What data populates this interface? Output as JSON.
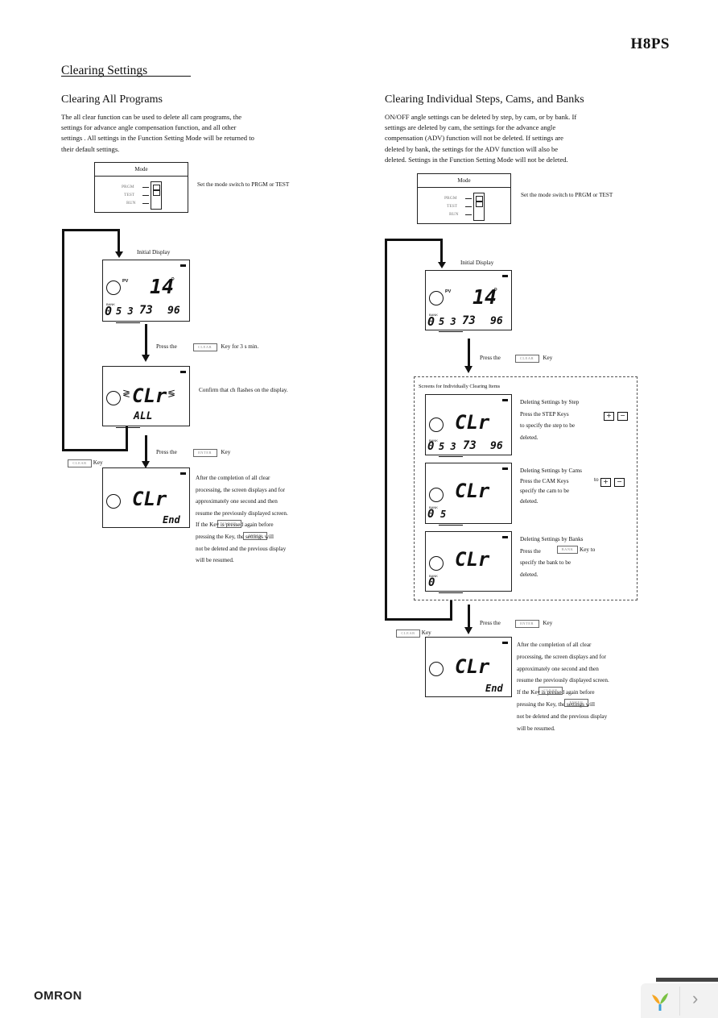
{
  "header": {
    "product_code": "H8PS"
  },
  "section": {
    "title": "Clearing Settings"
  },
  "left": {
    "subtitle": "Clearing All Programs",
    "intro": [
      "The all clear function can be used to delete all cam programs, the",
      "settings for advance angle compensation function, and all other",
      "settings . All settings in the Function Setting Mode will be returned to",
      "their default settings."
    ],
    "mode": {
      "title": "Mode",
      "positions": [
        "PRGM",
        "TEST",
        "RUN"
      ],
      "instruction": "Set the mode switch to PRGM or TEST"
    },
    "initial_display_label": "Initial Display",
    "lcd": {
      "pv": "PV",
      "bank": "BANK",
      "main": "14",
      "deg": "°",
      "d1": "0",
      "d2": "5 3",
      "d3": "73",
      "d4": "96"
    },
    "step1": {
      "prefix": "Press the",
      "key": "CLEAR",
      "suffix": "Key for 3 s min."
    },
    "clr_lcd": {
      "text": "CLr",
      "sub": "ALL"
    },
    "confirm": "Confirm that        ch flashes on the display.",
    "step2": {
      "prefix": "Press the",
      "key": "ENTER",
      "suffix": "Key"
    },
    "loop": {
      "key": "CLEAR",
      "suffix": "Key"
    },
    "end_lcd": {
      "text": "CLr",
      "sub": "End"
    },
    "after": [
      "After the completion of all clear",
      "processing, the screen displays                  and for",
      "approximately one second and then",
      "resume the previously displayed screen.",
      "If the            Key is pressed again before",
      "pressing the            Key, the settings will",
      "not be deleted and the previous display",
      "will be resumed."
    ],
    "after_keys": {
      "k1": "CLEAR",
      "k2": "ENTER"
    }
  },
  "right": {
    "subtitle": "Clearing Individual Steps, Cams, and Banks",
    "intro": [
      "ON/OFF angle settings can be deleted by step, by cam, or by bank. If",
      "settings are deleted by cam, the settings for the advance angle",
      "compensation (ADV) function will not be deleted. If settings are",
      "deleted by bank, the settings for the ADV function will also be",
      "deleted. Settings in the Function Setting Mode will not be deleted."
    ],
    "mode": {
      "title": "Mode",
      "positions": [
        "PRGM",
        "TEST",
        "RUN"
      ],
      "instruction": "Set the mode switch to PRGM or TEST"
    },
    "initial_display_label": "Initial Display",
    "step1": {
      "prefix": "Press the",
      "key": "CLEAR",
      "suffix": "Key"
    },
    "screens_title": "Screens for Individually Clearing Items",
    "by_step": [
      "Deleting Settings by Step",
      "Press the STEP Keys",
      "to specify the step to be",
      "deleted."
    ],
    "by_cam": [
      "Deleting Settings by Cams",
      "Press the CAM Keys",
      "specify the cam to be",
      "deleted."
    ],
    "by_cam_to": "to",
    "by_bank": [
      "Deleting Settings by Banks",
      "Press the",
      "specify the bank to be",
      "deleted."
    ],
    "by_bank_key": "BANK",
    "by_bank_suffix": "Key to",
    "pm_plus": "+",
    "pm_minus": "−",
    "step2": {
      "prefix": "Press the",
      "key": "ENTER",
      "suffix": "Key"
    },
    "loop": {
      "key": "CLEAR",
      "suffix": "Key"
    },
    "clr_text": "CLr",
    "end_text": "End",
    "step_lcd": {
      "d1": "0",
      "d2": "5 3",
      "d3": "73",
      "d4": "96"
    },
    "cam_lcd": {
      "d1": "0",
      "d2": "5"
    },
    "bank_lcd": {
      "d1": "0"
    },
    "after": [
      "After the completion of all clear",
      "processing, the screen displays                  and for",
      "approximately one second and then",
      "resume the previously displayed screen.",
      "If the            Key is pressed again before",
      "pressing the            Key, the settings will",
      "not be deleted and the previous display",
      "will be resumed."
    ],
    "after_keys": {
      "k1": "CLEAR",
      "k2": "ENTER"
    }
  },
  "footer": {
    "brand": "OMRON"
  },
  "nav": {
    "next_icon": "›"
  }
}
